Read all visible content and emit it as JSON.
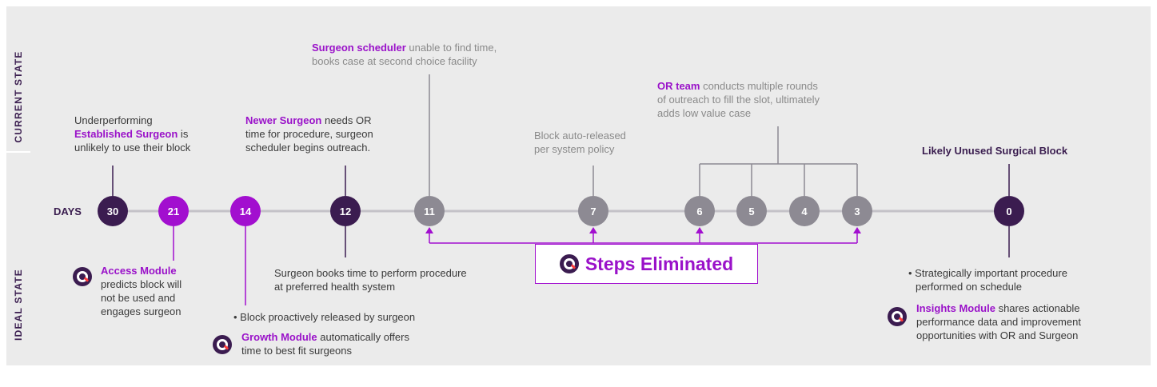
{
  "labels": {
    "current_state": "CURRENT STATE",
    "ideal_state": "IDEAL STATE",
    "days": "DAYS"
  },
  "nodes": [
    "30",
    "21",
    "14",
    "12",
    "11",
    "7",
    "6",
    "5",
    "4",
    "3",
    "0"
  ],
  "current": {
    "established": {
      "l1": "Underperforming",
      "hl": "Established Surgeon",
      "l2b": " is",
      "l3": "unlikely to use their block"
    },
    "newer": {
      "hl": "Newer Surgeon",
      "l1b": " needs OR",
      "l2": "time for procedure, surgeon",
      "l3": "scheduler begins outreach."
    },
    "scheduler": {
      "hl": "Surgeon scheduler",
      "l1b": " unable to find time,",
      "l2": "books case at second choice facility"
    },
    "autorelease": {
      "l1": "Block auto-released",
      "l2": "per system policy"
    },
    "orteam": {
      "hl": "OR team",
      "l1b": " conducts multiple rounds",
      "l2": "of outreach to fill the slot, ultimately",
      "l3": "adds low value case"
    },
    "unused": "Likely Unused Surgical Block"
  },
  "ideal": {
    "access": {
      "hl": "Access Module",
      "l2": "predicts block will",
      "l3": "not be used and",
      "l4": "engages surgeon"
    },
    "released": "• Block proactively released by surgeon",
    "growth": {
      "hl": "Growth Module",
      "l1b": " automatically offers",
      "l2": "time to best fit surgeons"
    },
    "books": {
      "l1": "Surgeon books time to perform procedure",
      "l2": "at preferred health system"
    },
    "strategic": {
      "l1": "• Strategically important procedure",
      "l2": "performed on schedule"
    },
    "insights": {
      "hl": "Insights Module",
      "l1b": " shares actionable",
      "l2": "performance data and improvement",
      "l3": "opportunities with OR and Surgeon"
    }
  },
  "steps_eliminated": "Steps Eliminated",
  "colors": {
    "dark": "#3b1c50",
    "purple": "#a20fcf",
    "gray": "#8d8a93",
    "accent_text": "#9a12c9"
  }
}
